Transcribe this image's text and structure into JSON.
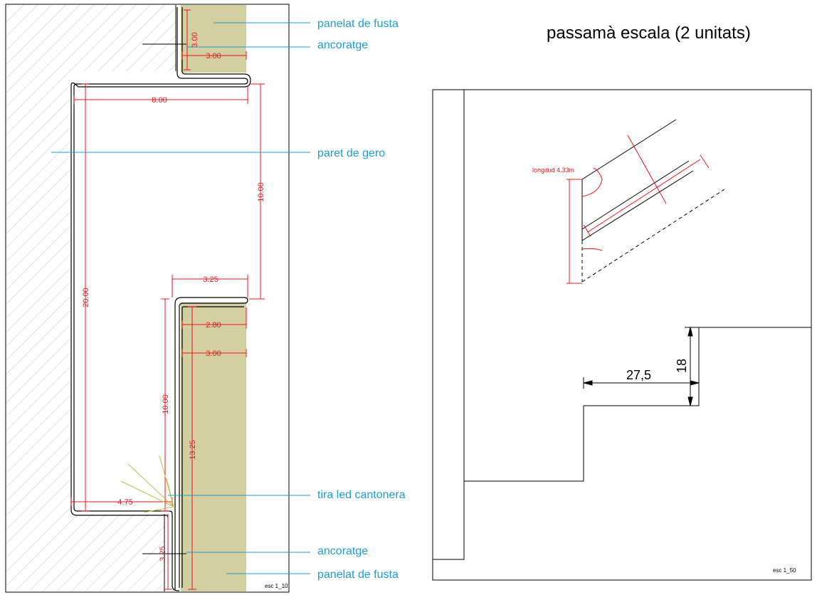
{
  "title": "passamà escala (2 unitats)",
  "detail": {
    "scale": "esc 1_10",
    "labels": {
      "panel_top": "panelat de fusta",
      "anchor_top": "ancoratge",
      "wall": "paret de gero",
      "led": "tira led cantonera",
      "anchor_bottom": "ancoratge",
      "panel_bottom": "panelat de fusta"
    },
    "dims": {
      "d_top_vert": "3.00",
      "d_top_horiz": "3.00",
      "d_8": "8.00",
      "d_10a": "10.00",
      "d_20": "20.00",
      "d_325a": "3.25",
      "d_280": "2.80",
      "d_300b": "3.00",
      "d_10b": "10.00",
      "d_1325": "13.25",
      "d_475": "4.75",
      "d_325b": "3.25"
    }
  },
  "elevation": {
    "scale": "esc 1_50",
    "length_label": "longitud 4.33m",
    "tread": "27,5",
    "riser": "18"
  },
  "colors": {
    "dimension": "#e8141e",
    "leader": "#1e9bd0",
    "wood_panel": "#d3cfa0",
    "led_rays": "#b8c447",
    "hatch": "#b8b8b8"
  }
}
